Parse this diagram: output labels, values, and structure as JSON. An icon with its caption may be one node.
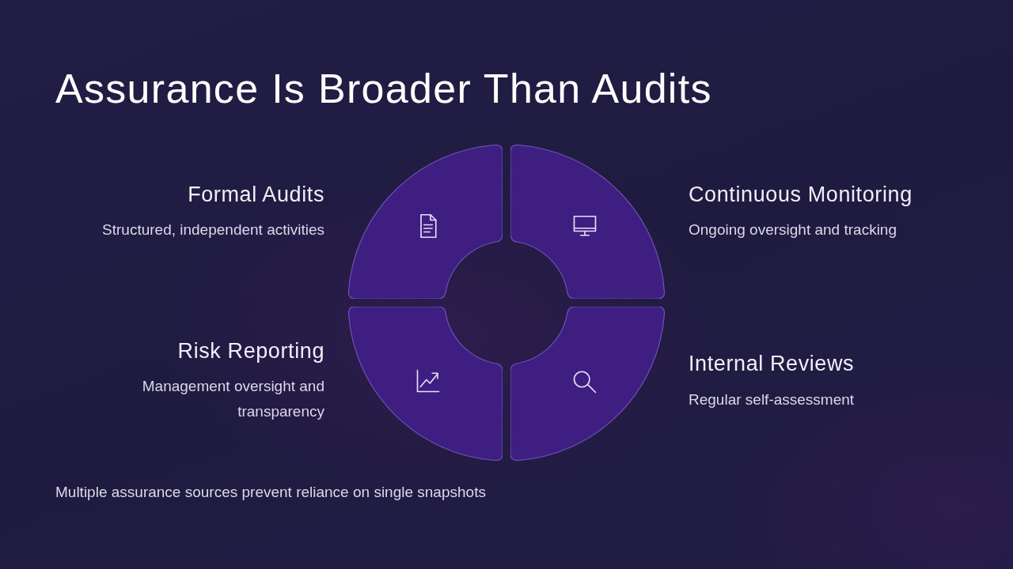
{
  "diagram": {
    "title": "Assurance Is Broader Than Audits",
    "nodes": [
      {
        "text": [],
        "shape": "sector",
        "beside": [
          "Formal Audits",
          "Structured, independent activities"
        ]
      },
      {
        "text": [],
        "shape": "sector",
        "beside": [
          "Continuous Monitoring",
          "Ongoing oversight and tracking"
        ]
      },
      {
        "text": [],
        "shape": "sector",
        "beside": [
          "Risk Reporting",
          "Management oversight and transparency"
        ]
      },
      {
        "text": [],
        "shape": "sector",
        "beside": [
          "Internal Reviews",
          "Regular self-assessment"
        ]
      }
    ],
    "labels": [
      "Multiple assurance sources prevent reliance on single snapshots"
    ]
  }
}
